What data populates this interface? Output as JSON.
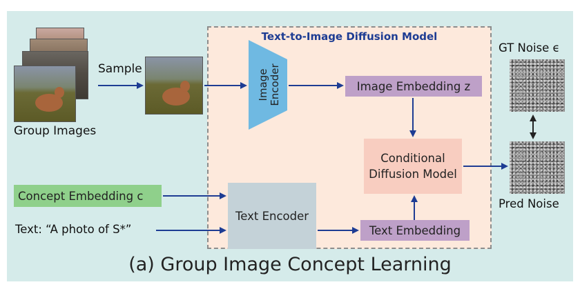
{
  "diagram": {
    "title": "Text-to-Image Diffusion Model",
    "group_images_label": "Group Images",
    "sample_label": "Sample",
    "image_encoder_label": "Image Encoder",
    "image_embedding_label": "Image Embedding z",
    "concept_embedding_label": "Concept Embedding c",
    "text_label": "Text: “A photo of S*”",
    "text_encoder_label": "Text Encoder",
    "text_embedding_label": "Text Embedding",
    "conditional_model_label": "Conditional Diffusion Model",
    "gt_noise_label": "GT Noise ϵ",
    "pred_noise_label": "Pred Noise",
    "caption": "(a) Group Image Concept Learning"
  },
  "colors": {
    "panel_bg": "#d5ebea",
    "t2i_bg": "#fde9dc",
    "title": "#1d3c93",
    "arrow": "#1d3c93",
    "encoder": "#6fb9e2",
    "embedding": "#bea0c8",
    "concept": "#8fd08b",
    "conditional": "#f8cdc0",
    "text_encoder": "#c4d2d8"
  }
}
